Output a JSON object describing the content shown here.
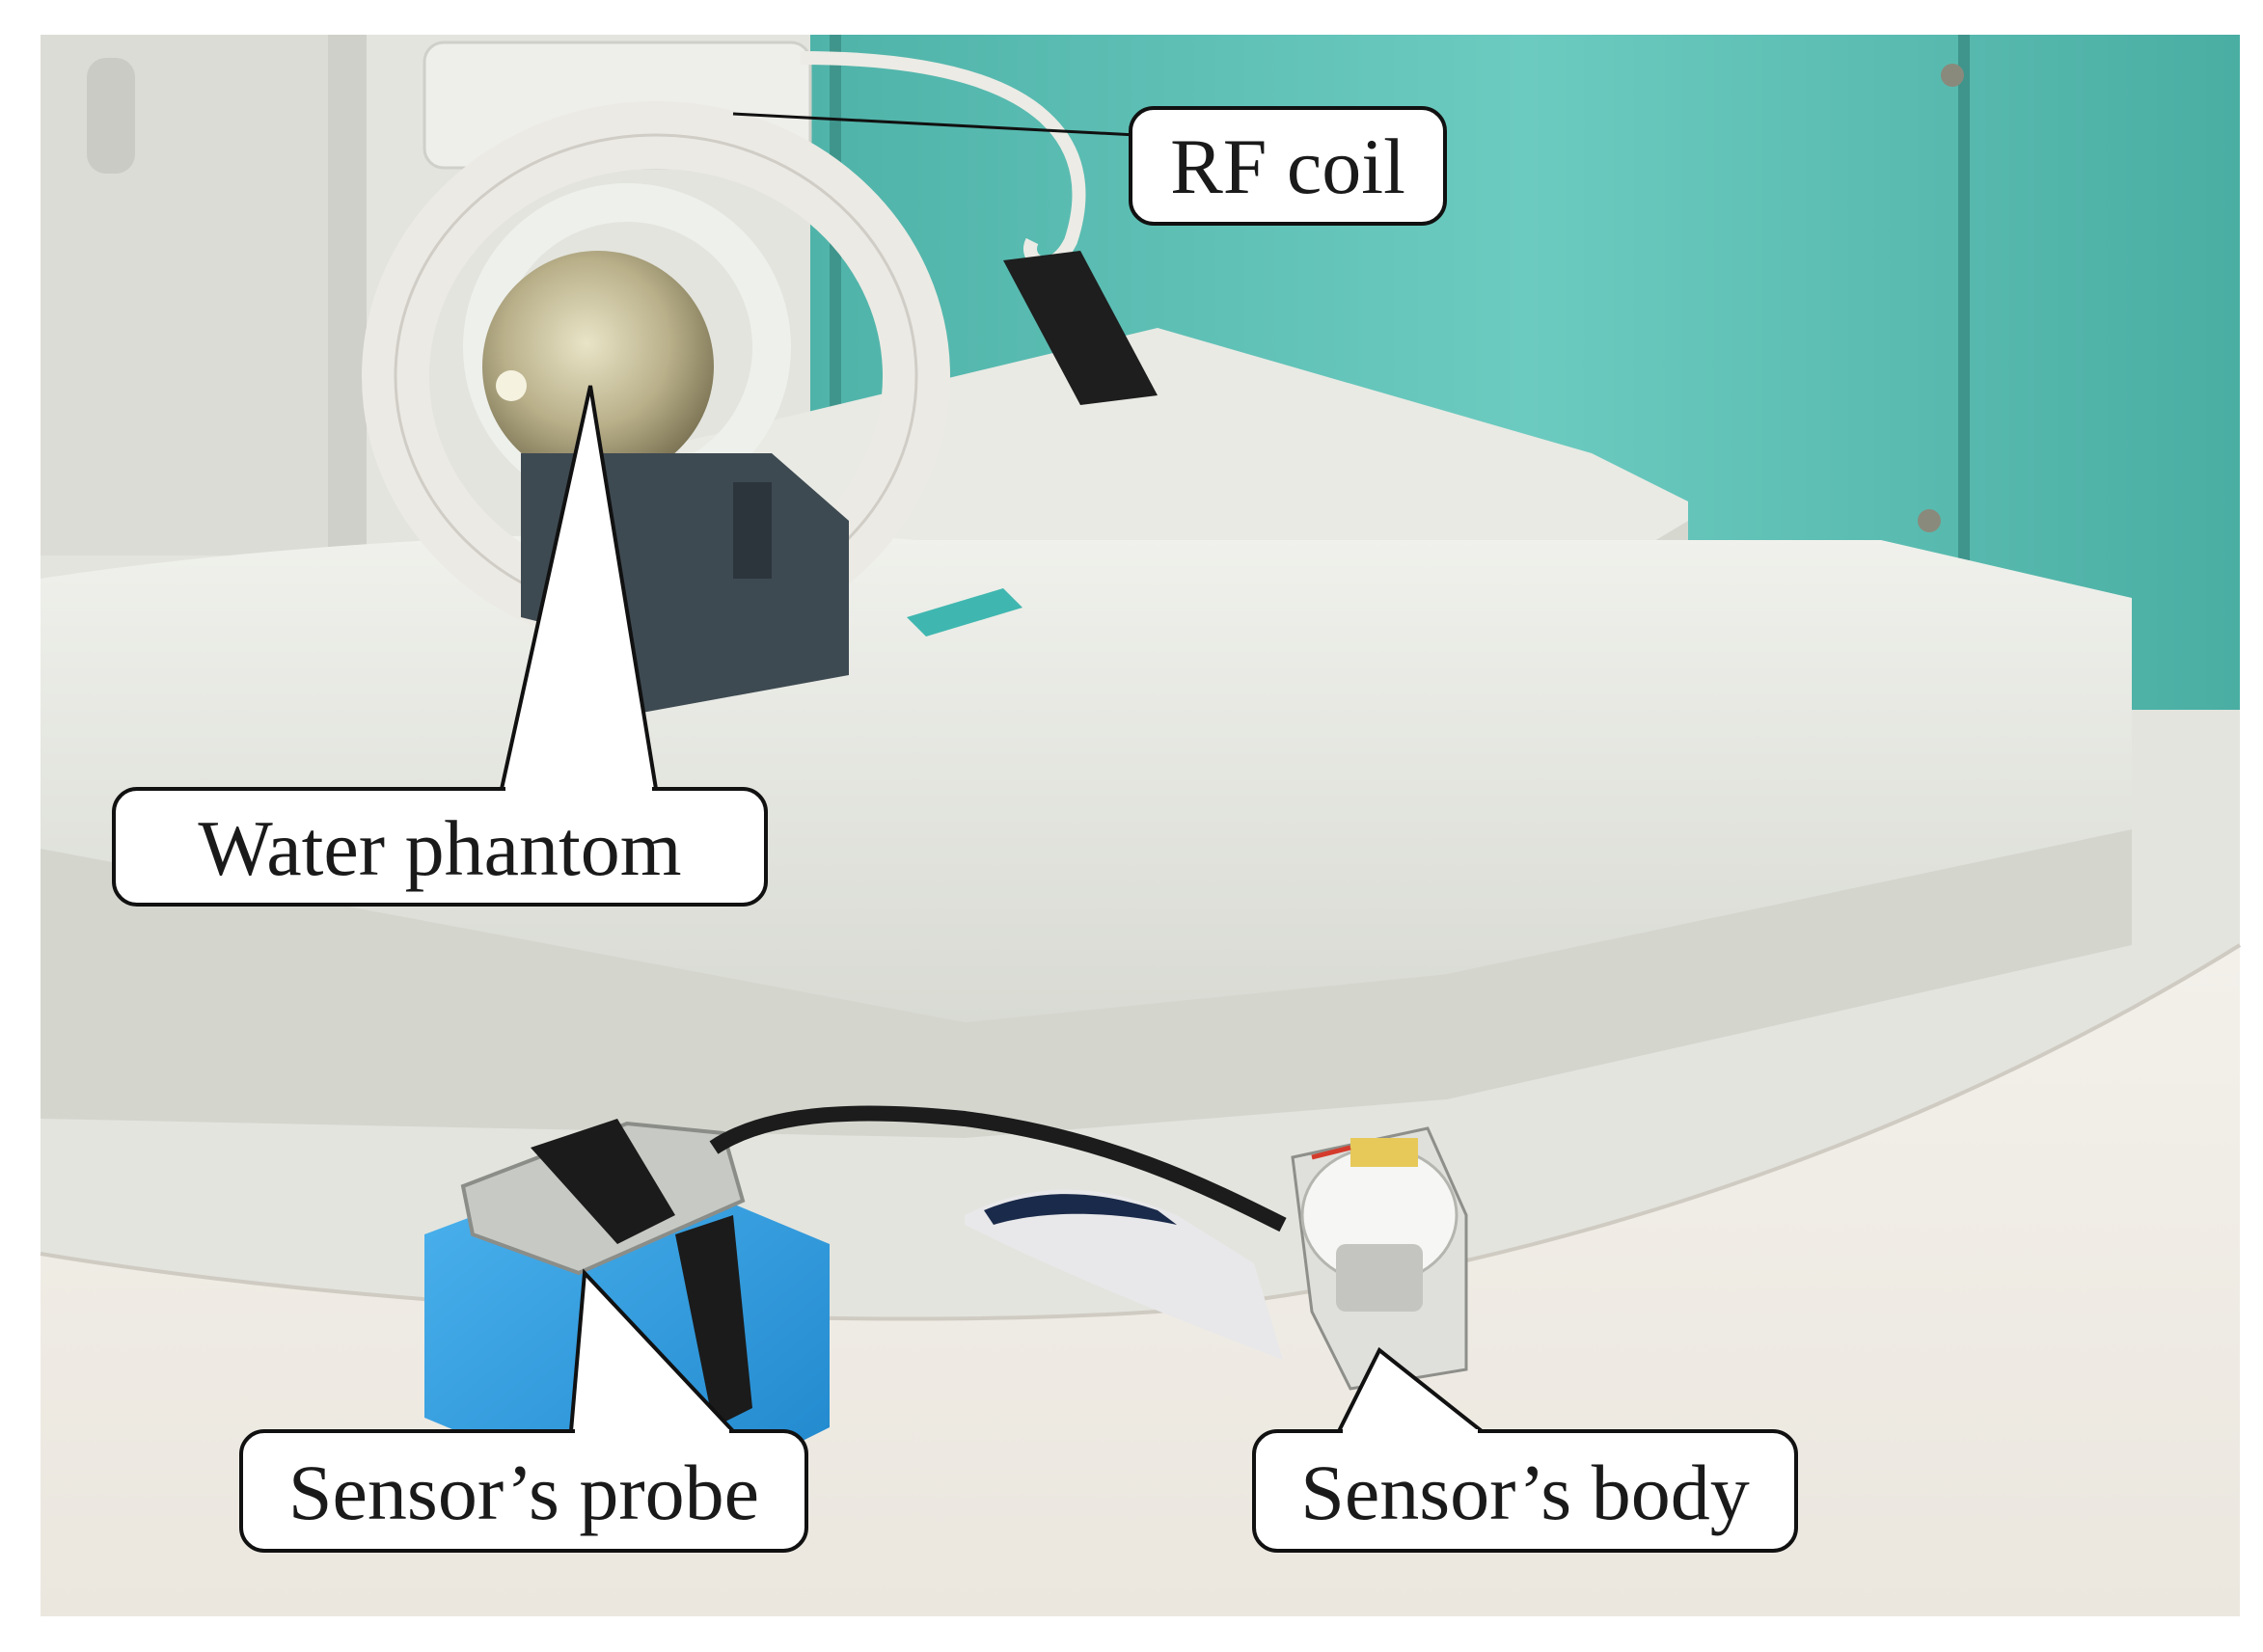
{
  "figure": {
    "callouts": [
      {
        "id": "rf-coil",
        "label": "RF coil"
      },
      {
        "id": "water-phantom",
        "label": "Water phantom"
      },
      {
        "id": "sensor-probe",
        "label": "Sensor’s probe"
      },
      {
        "id": "sensor-body",
        "label": "Sensor’s body"
      }
    ],
    "colors": {
      "wall_teal": "#5fc0b5",
      "scanner_white": "#e6e7e0",
      "table_white": "#f4f2ec",
      "phantom_holder": "#3e4a52",
      "foam_blue": "#2f9ee0",
      "strap_black": "#1b1b1b"
    }
  }
}
